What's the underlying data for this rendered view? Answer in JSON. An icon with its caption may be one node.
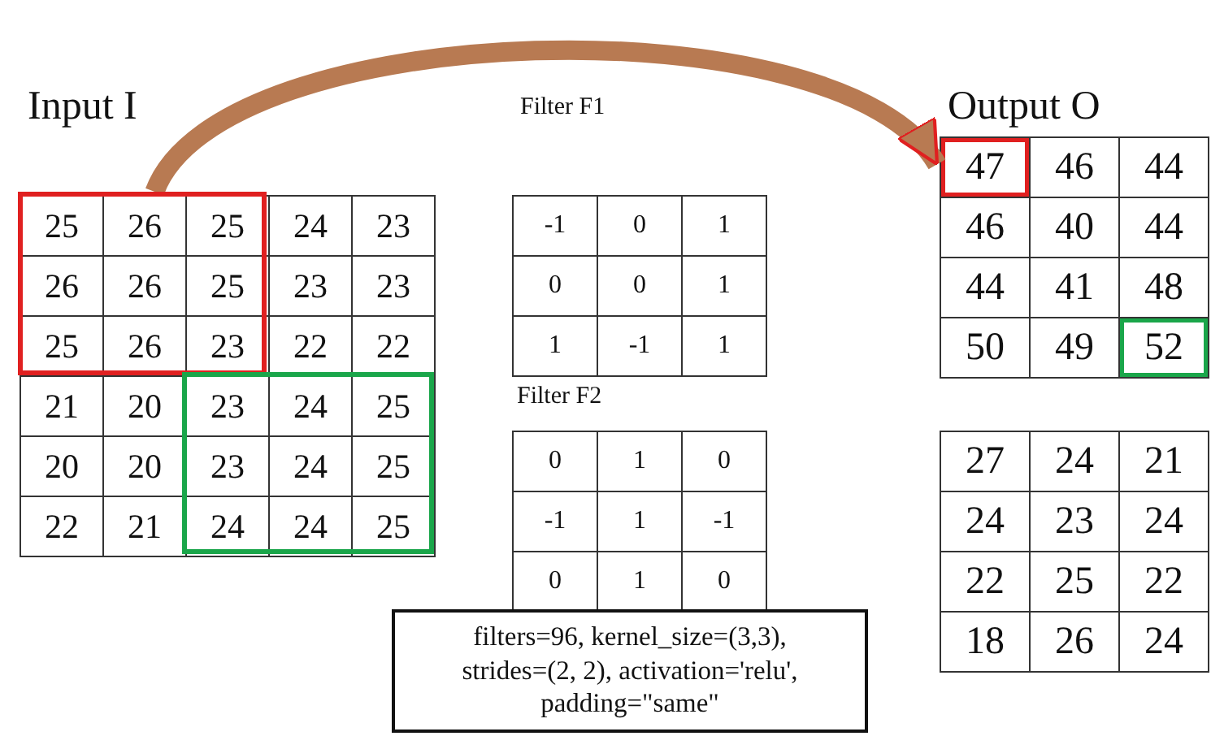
{
  "diagram": {
    "nodes": [
      {
        "text": [],
        "shape": "box"
      },
      {
        "text": [
          "47"
        ]
      },
      {
        "text": [],
        "shape": "box"
      },
      {
        "text": [
          "52"
        ]
      },
      {
        "text": [
          "filters=96, kernel_size=(3,3), strides=(2, 2), activation='relu', padding=\"same\""
        ]
      }
    ],
    "edges": [
      {
        "from": 0,
        "to": 1,
        "arrow": "to"
      }
    ],
    "labels": [
      "Input I",
      "25",
      "26",
      "25",
      "24",
      "23",
      "26",
      "26",
      "25",
      "23",
      "23",
      "25",
      "26",
      "23",
      "22",
      "22",
      "21",
      "20",
      "23",
      "24",
      "25",
      "20",
      "20",
      "23",
      "24",
      "25",
      "22",
      "21",
      "24",
      "24",
      "25",
      "Filter F1",
      "-1",
      "0",
      "1",
      "0",
      "0",
      "1",
      "1",
      "-1",
      "1",
      "Filter F2",
      "0",
      "1",
      "0",
      "-1",
      "1",
      "-1",
      "0",
      "1",
      "0",
      "Output O",
      "46",
      "44",
      "46",
      "40",
      "44",
      "44",
      "41",
      "48",
      "50",
      "49",
      "27",
      "24",
      "21",
      "24",
      "23",
      "24",
      "22",
      "25",
      "22",
      "18",
      "26",
      "24"
    ]
  }
}
